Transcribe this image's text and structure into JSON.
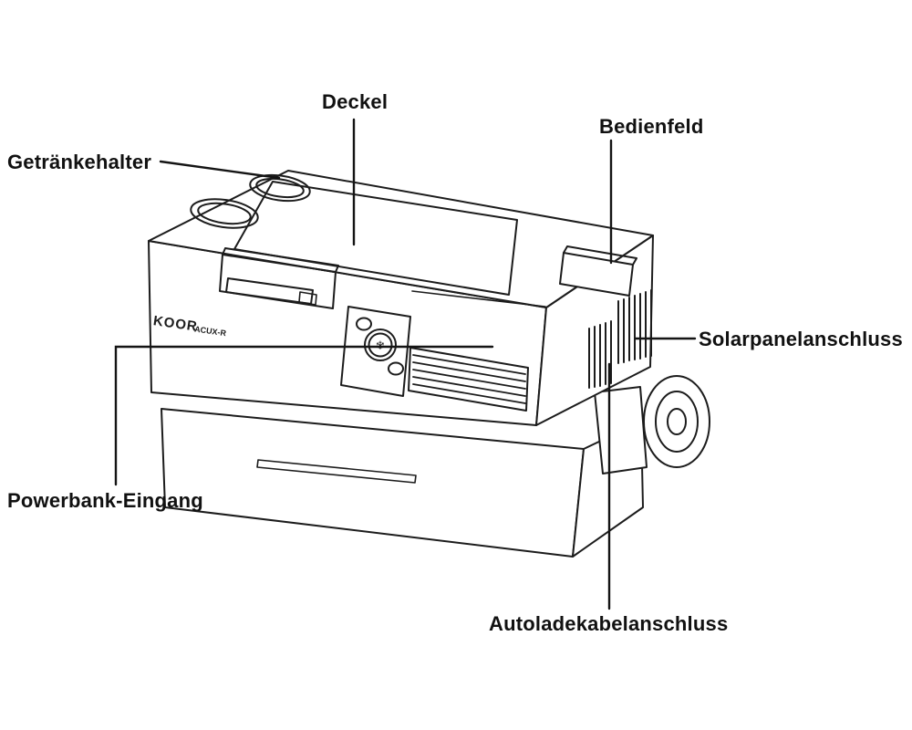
{
  "product": {
    "brand": "KOOR",
    "model": "ACUX-R"
  },
  "labels": {
    "deckel": "Deckel",
    "bedienfeld": "Bedienfeld",
    "getraenkehalter": "Getränkehalter",
    "solarpanelanschluss": "Solarpanelanschluss",
    "powerbank_eingang": "Powerbank-Eingang",
    "autoladekabelanschluss": "Autoladekabelanschluss"
  },
  "icons": {
    "dial_snowflake": "❄"
  },
  "colors": {
    "background": "#ffffff",
    "line": "#1c1c1c",
    "text": "#111111"
  }
}
